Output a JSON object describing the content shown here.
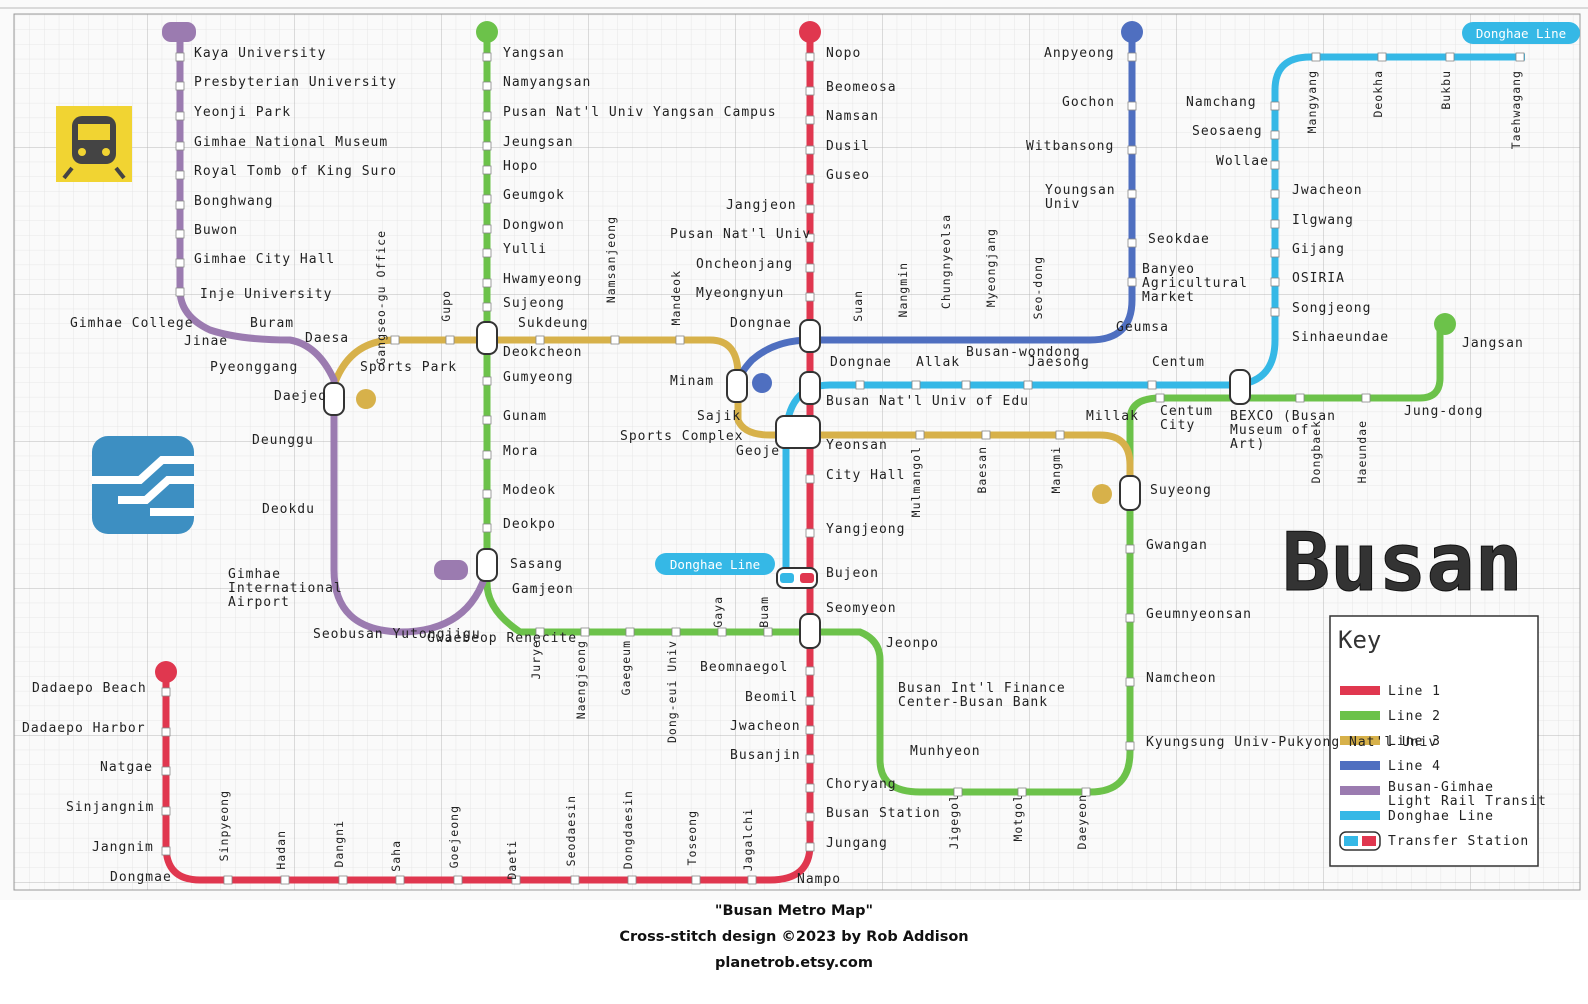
{
  "title_text": "Busan",
  "key": {
    "heading": "Key",
    "items": [
      {
        "label": "Line 1",
        "color": "#e0374f"
      },
      {
        "label": "Line 2",
        "color": "#6cc24a"
      },
      {
        "label": "Line 3",
        "color": "#d7b14a"
      },
      {
        "label": "Line 4",
        "color": "#4f6fc0"
      },
      {
        "label": "Busan-Gimhae Light Rail Transit",
        "color": "#9b7bb0"
      },
      {
        "label": "Donghae Line",
        "color": "#35b8e6"
      },
      {
        "label": "Transfer Station",
        "color": "#555555"
      }
    ]
  },
  "line_tags": {
    "donghae_top": "Donghae Line",
    "donghae_mid": "Donghae Line"
  },
  "stations": {
    "kaya_university": "Kaya University",
    "presbyterian_university": "Presbyterian University",
    "yeonji_park": "Yeonji Park",
    "gimhae_national_museum": "Gimhae National Museum",
    "royal_tomb": "Royal Tomb of King Suro",
    "bonghwang": "Bonghwang",
    "buwon": "Buwon",
    "gimhae_city_hall": "Gimhae City Hall",
    "inje_university": "Inje University",
    "gimhae_college": "Gimhae College",
    "buram": "Buram",
    "jinae": "Jinae",
    "daesa": "Daesa",
    "pyeonggang": "Pyeonggang",
    "daejeo": "Daejeo",
    "deungu": "Deunggu",
    "deokdu": "Deokdu",
    "gimhae_airport": "Gimhae International Airport",
    "seobusan": "Seobusan Yutongjigu",
    "gwaebeop": "Gwaebeop Renecite",
    "yangsan": "Yangsan",
    "namyangsan": "Namyangsan",
    "pnu_yangsan": "Pusan Nat'l Univ Yangsan Campus",
    "jeungsan": "Jeungsan",
    "hopo": "Hopo",
    "geumgok": "Geumgok",
    "dongwon": "Dongwon",
    "yulli": "Yulli",
    "hwamyeong": "Hwamyeong",
    "sujeong": "Sujeong",
    "deokcheon": "Deokcheon",
    "gupo": "Gupo",
    "gumyeong": "Gumyeong",
    "gunam": "Gunam",
    "mora": "Mora",
    "modeok": "Modeok",
    "deokpo": "Deokpo",
    "sasang": "Sasang",
    "gamjeon": "Gamjeon",
    "jurye": "Jurye",
    "naengjeong": "Naengjeong",
    "gaegeum": "Gaegeum",
    "dongeui": "Dong-eui Univ",
    "gaya": "Gaya",
    "buam": "Buam",
    "seomyeon": "Seomyeon",
    "jeonpo": "Jeonpo",
    "bifc": "Busan Int'l Finance Center-Busan Bank",
    "munhyeon": "Munhyeon",
    "jigegol": "Jigegol",
    "motgol": "Motgol",
    "daeyeon": "Daeyeon",
    "kyungsung": "Kyungsung Univ-Pukyong Nat'l Univ",
    "namcheon": "Namcheon",
    "geumnyeonsan": "Geumnyeonsan",
    "gwangan": "Gwangan",
    "suyeong": "Suyeong",
    "millak": "Millak",
    "centum_city": "Centum City",
    "bexco": "BEXCO (Busan Museum of Art)",
    "dongbaek": "Dongbaek",
    "haeundae": "Haeundae",
    "jung_dong": "Jung-dong",
    "jangsan": "Jangsan",
    "gangseo_gu": "Gangseo-gu Office",
    "sports_park": "Sports Park",
    "sukdeung": "Sukdeung",
    "namsanjeong": "Namsanjeong",
    "mandeok": "Mandeok",
    "minam": "Minam",
    "sajik": "Sajik",
    "sports_complex": "Sports Complex",
    "geoje": "Geoje",
    "yeonsan": "Yeonsan",
    "mulmangol": "Mulmangol",
    "baesan": "Baesan",
    "mangmi": "Mangmi",
    "nopo": "Nopo",
    "beomeosa": "Beomeosa",
    "namsan": "Namsan",
    "dusil": "Dusil",
    "guseo": "Guseo",
    "jangjeon": "Jangjeon",
    "pnu": "Pusan Nat'l Univ",
    "oncheonjang": "Oncheonjang",
    "myeongnyun": "Myeongnyun",
    "dongnae": "Dongnae",
    "edu_univ": "Busan Nat'l Univ of Edu",
    "city_hall": "City Hall",
    "yangjeong": "Yangjeong",
    "bujeon": "Bujeon",
    "beomnaegol": "Beomnaegol",
    "beomil": "Beomil",
    "jwacheon_l1": "Jwacheon",
    "busanjin": "Busanjin",
    "choryang": "Choryang",
    "busan_station": "Busan Station",
    "jungang": "Jungang",
    "nampo": "Nampo",
    "jagalchi": "Jagalchi",
    "toseong": "Toseong",
    "dongdaesin": "Dongdaesin",
    "seodaesin": "Seodaesin",
    "daeti": "Daeti",
    "goejeong": "Goejeong",
    "saha": "Saha",
    "dangni": "Dangni",
    "hadan": "Hadan",
    "sinpyeong": "Sinpyeong",
    "dongmae": "Dongmae",
    "jangnim": "Jangnim",
    "sinjangnim": "Sinjangnim",
    "natgae": "Natgae",
    "dadaepo_harbor": "Dadaepo Harbor",
    "dadaepo_beach": "Dadaepo Beach",
    "anpyeong": "Anpyeong",
    "gochon": "Gochon",
    "witbansong": "Witbansong",
    "yeongsan_univ": "Youngsan Univ",
    "seokdae": "Seokdae",
    "banyeo": "Banyeo Agricultural Market",
    "geumsa": "Geumsa",
    "seo_dong": "Seo-dong",
    "myeongjang": "Myeongjang",
    "chungnyeolsa": "Chungnyeolsa",
    "nangmin": "Nangmin",
    "suan": "Suan",
    "dongnae_dh": "Dongnae",
    "allak": "Allak",
    "busan_wondong": "Busan-wondong",
    "jaesong": "Jaesong",
    "centum": "Centum",
    "sinhaeundae": "Sinhaeundae",
    "songjeong": "Songjeong",
    "osiria": "OSIRIA",
    "gijang": "Gijang",
    "ilgwang": "Ilgwang",
    "jwacheon_dh": "Jwacheon",
    "wollae": "Wollae",
    "seosaeng": "Seosaeng",
    "namchang": "Namchang",
    "mangyang": "Mangyang",
    "deokha": "Deokha",
    "bukbu": "Bukbu",
    "taehwagang": "Taehwagang"
  },
  "footer": {
    "title": "\"Busan Metro Map\"",
    "credit": "Cross-stitch design ©2023 by Rob Addison",
    "url": "planetrob.etsy.com"
  }
}
